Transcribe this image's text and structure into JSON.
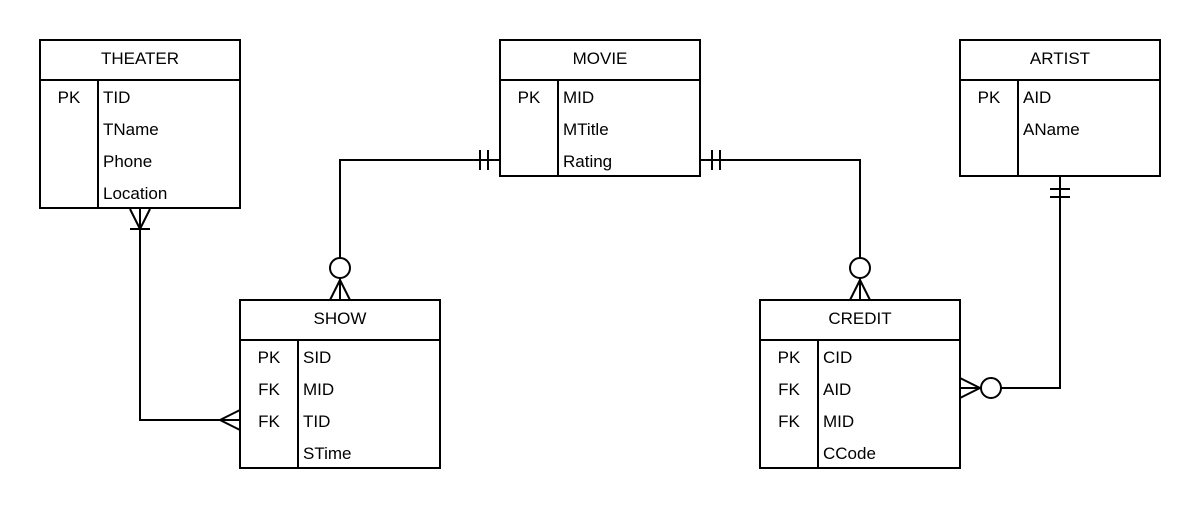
{
  "entities": {
    "theater": {
      "title": "THEATER",
      "rows": [
        {
          "key": "PK",
          "name": "TID"
        },
        {
          "key": "",
          "name": "TName"
        },
        {
          "key": "",
          "name": "Phone"
        },
        {
          "key": "",
          "name": "Location"
        }
      ]
    },
    "movie": {
      "title": "MOVIE",
      "rows": [
        {
          "key": "PK",
          "name": "MID"
        },
        {
          "key": "",
          "name": "MTitle"
        },
        {
          "key": "",
          "name": "Rating"
        }
      ]
    },
    "artist": {
      "title": "ARTIST",
      "rows": [
        {
          "key": "PK",
          "name": "AID"
        },
        {
          "key": "",
          "name": "AName"
        },
        {
          "key": "",
          "name": ""
        }
      ]
    },
    "show": {
      "title": "SHOW",
      "rows": [
        {
          "key": "PK",
          "name": "SID"
        },
        {
          "key": "FK",
          "name": "MID"
        },
        {
          "key": "FK",
          "name": "TID"
        },
        {
          "key": "",
          "name": "STime"
        }
      ]
    },
    "credit": {
      "title": "CREDIT",
      "rows": [
        {
          "key": "PK",
          "name": "CID"
        },
        {
          "key": "FK",
          "name": "AID"
        },
        {
          "key": "FK",
          "name": "MID"
        },
        {
          "key": "",
          "name": "CCode"
        }
      ]
    }
  },
  "relationships": [
    {
      "from": "theater",
      "to": "show",
      "from_cardinality": "one-or-many",
      "to_cardinality": "many"
    },
    {
      "from": "movie",
      "to": "show",
      "from_cardinality": "exactly-one",
      "to_cardinality": "zero-or-many"
    },
    {
      "from": "movie",
      "to": "credit",
      "from_cardinality": "exactly-one",
      "to_cardinality": "zero-or-many"
    },
    {
      "from": "artist",
      "to": "credit",
      "from_cardinality": "exactly-one",
      "to_cardinality": "zero-or-many"
    }
  ],
  "colors": {
    "stroke": "#000000",
    "background": "#ffffff"
  }
}
